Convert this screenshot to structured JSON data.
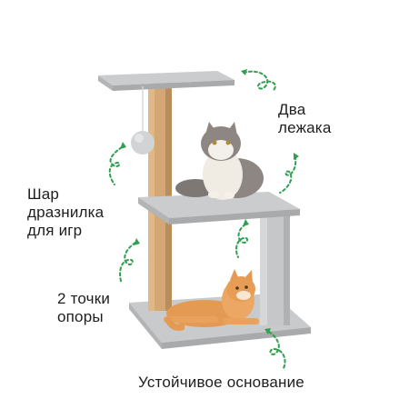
{
  "labels": {
    "beds": "Два\nлежака",
    "ball": "Шар\nдразнилка\nдля игр",
    "supports": "2 точки\nопоры",
    "base": "Устойчивое основание"
  },
  "colors": {
    "plush": "#c9cacb",
    "plush_dark": "#a9aaab",
    "sisal": "#d3a874",
    "sisal_dark": "#b98e5c",
    "accent_green": "#2ea04f",
    "text": "#1e1e1e",
    "cat_cream": "#f0ebe3",
    "cat_gray": "#8d8682",
    "cat_orange": "#e59a53"
  },
  "icons": [
    "curly-arrow-icon"
  ]
}
